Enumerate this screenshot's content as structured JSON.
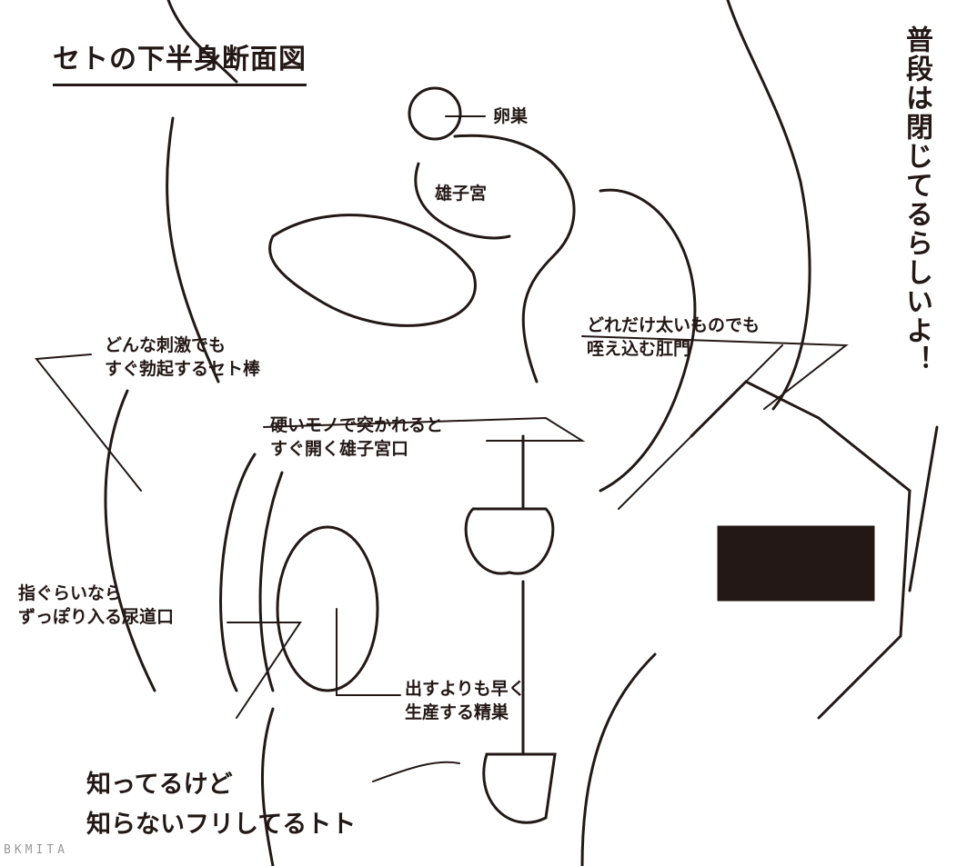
{
  "title": "セトの下半身断面図",
  "labels": {
    "ovary": "卵巣",
    "uterus": "雄子宮",
    "erection": "どんな刺激でも\nすぐ勃起するセト棒",
    "anus": "どれだけ太いものでも\n咥え込む肛門",
    "cervix": "硬いモノで突かれると\nすぐ開く雄子宮口",
    "urethra": "指ぐらいなら\nずっぽり入る尿道口",
    "testes": "出すよりも早く\n生産する精巣"
  },
  "speech_vertical": "普段は閉じてるらしいよ！",
  "caption": "知ってるけど\n知らないフリしてるトト",
  "watermark": "BKMITA",
  "colors": {
    "ink": "#231815",
    "background": "#ffffff"
  }
}
